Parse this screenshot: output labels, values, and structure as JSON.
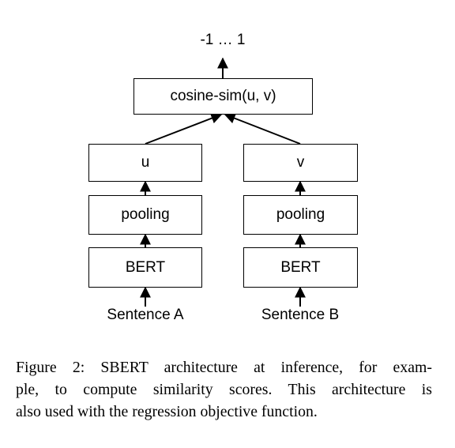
{
  "diagram": {
    "output_range": "-1 … 1",
    "similarity": "cosine-sim(u, v)",
    "left": {
      "vector": "u",
      "pooling": "pooling",
      "encoder": "BERT",
      "input": "Sentence A"
    },
    "right": {
      "vector": "v",
      "pooling": "pooling",
      "encoder": "BERT",
      "input": "Sentence B"
    }
  },
  "caption": {
    "line1": "Figure 2: SBERT architecture at inference, for exam-",
    "line2": "ple, to compute similarity scores. This architecture is",
    "line3": "also used with the regression objective function."
  }
}
